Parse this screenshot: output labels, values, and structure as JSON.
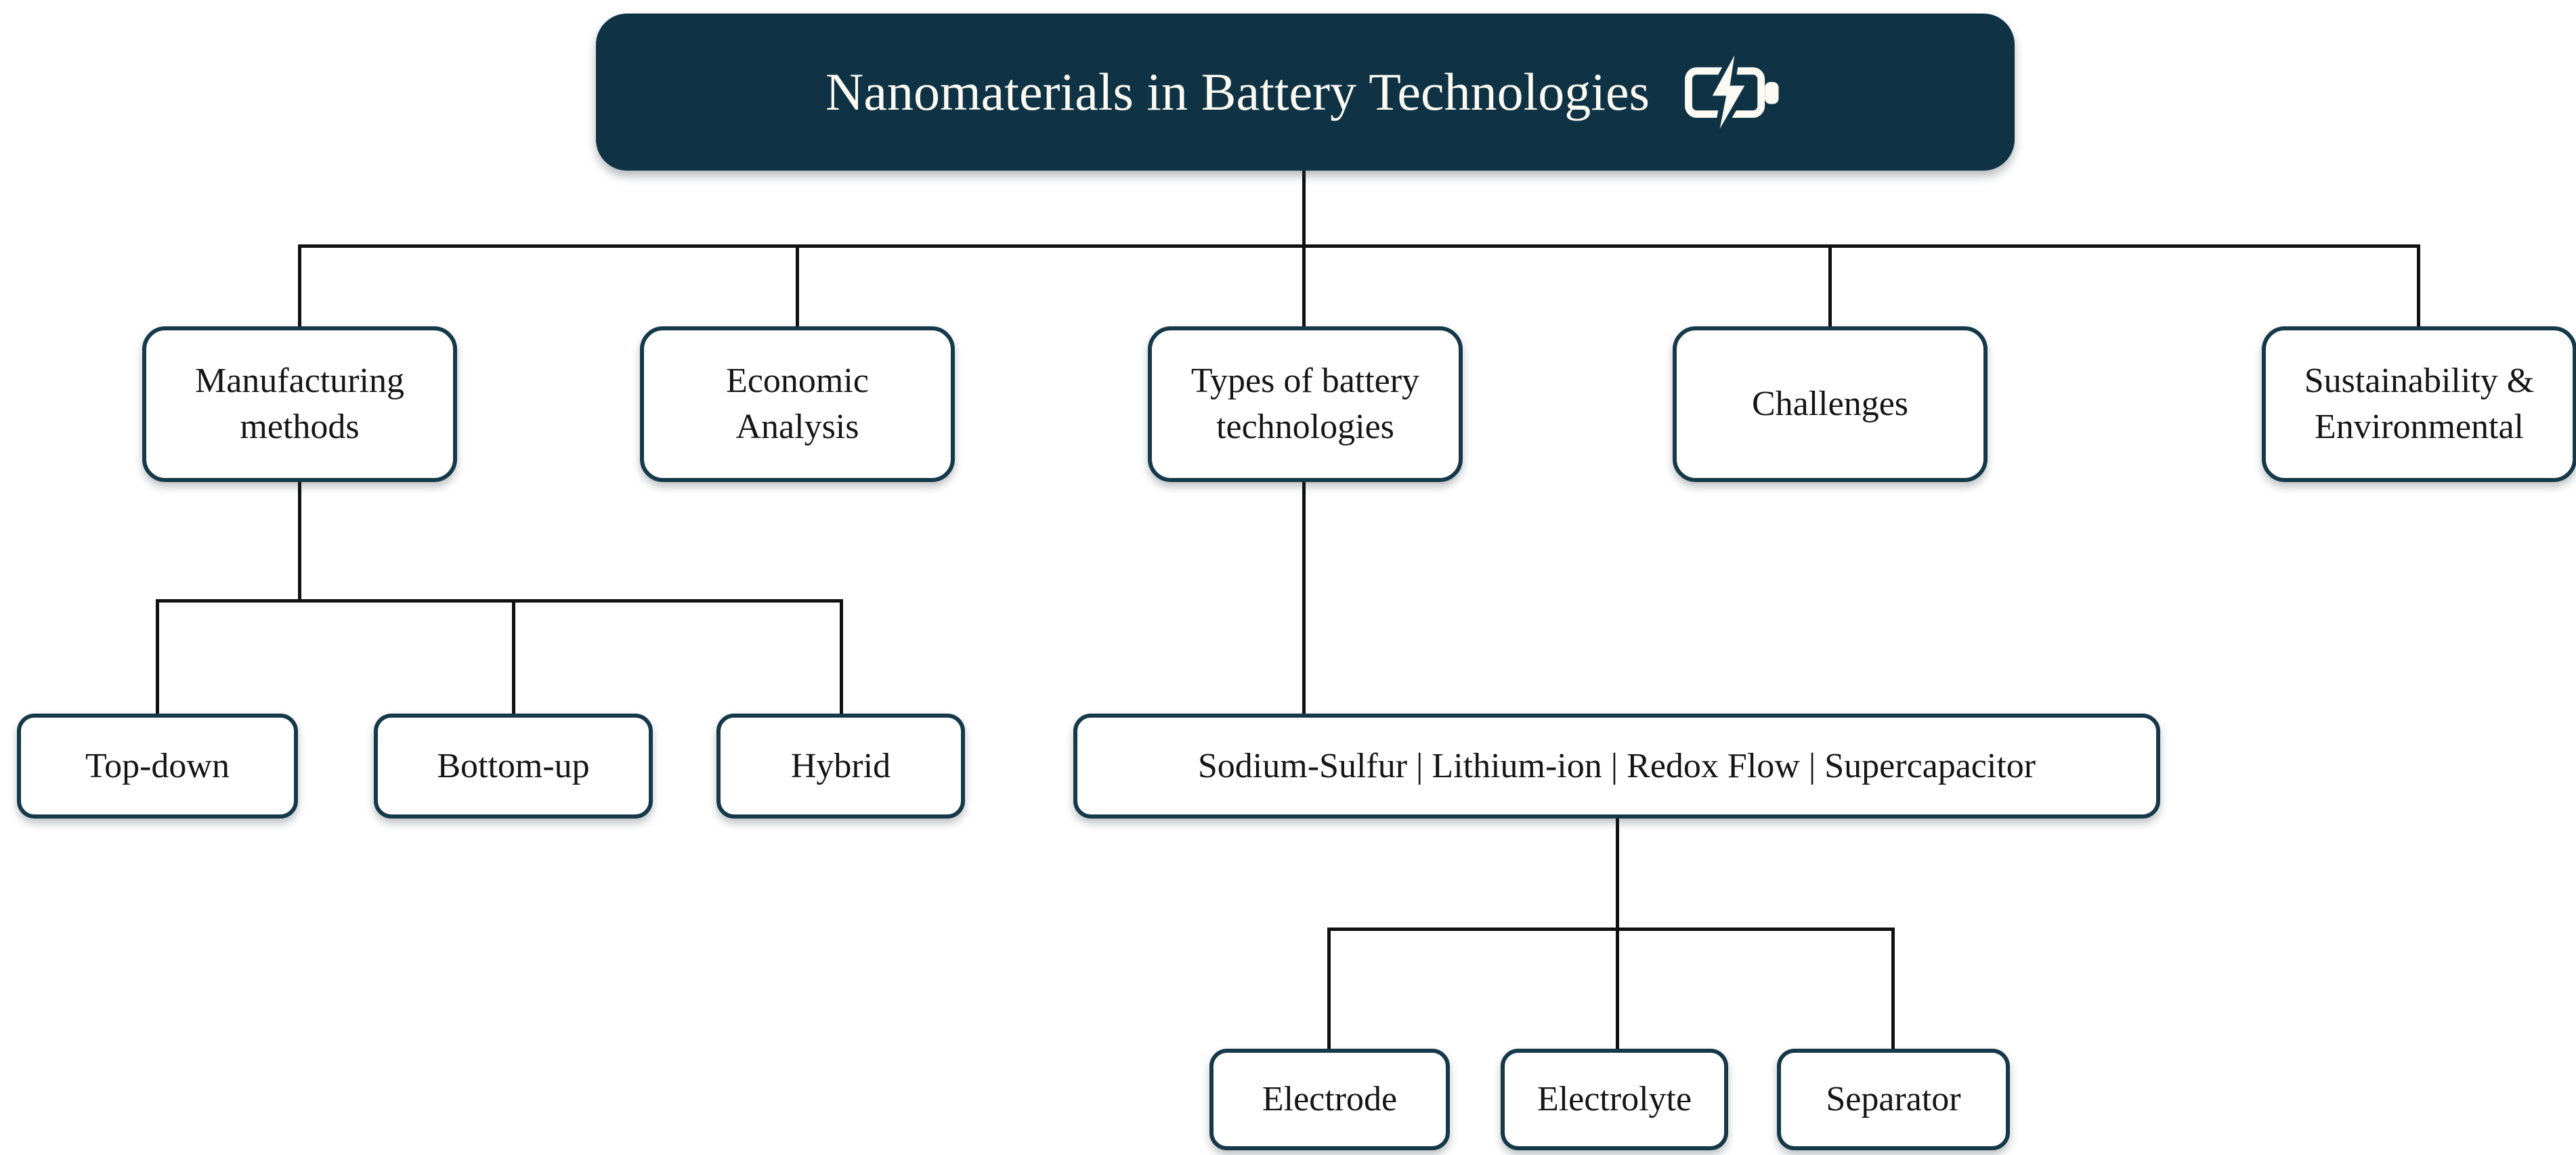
{
  "colors": {
    "title_bg": "#0f3344",
    "title_text": "#fbfaf3",
    "node_bg": "#ffffff",
    "node_border": "#16394a",
    "node_text": "#151515",
    "connector": "#111111"
  },
  "title": {
    "label": "Nanomaterials in Battery Technologies",
    "icon": "battery-charging"
  },
  "nodes": {
    "manufacturing": {
      "label": "Manufacturing\nmethods"
    },
    "economic": {
      "label": "Economic\nAnalysis"
    },
    "types": {
      "label": "Types of battery\ntechnologies"
    },
    "challenges": {
      "label": "Challenges"
    },
    "sustainability": {
      "label": "Sustainability &\nEnvironmental"
    },
    "top_down": {
      "label": "Top-down"
    },
    "bottom_up": {
      "label": "Bottom-up"
    },
    "hybrid": {
      "label": "Hybrid"
    },
    "battery_types": {
      "label": "Sodium-Sulfur | Lithium-ion | Redox Flow | Supercapacitor"
    },
    "electrode": {
      "label": "Electrode"
    },
    "electrolyte": {
      "label": "Electrolyte"
    },
    "separator": {
      "label": "Separator"
    }
  }
}
